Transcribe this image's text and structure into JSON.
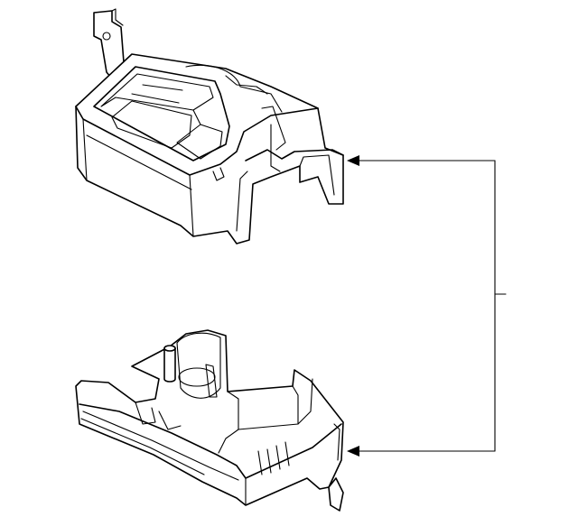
{
  "diagram": {
    "parts": [
      {
        "id": "upper-housing",
        "icon": "blower-upper-case-drawing"
      },
      {
        "id": "lower-housing",
        "icon": "blower-lower-case-drawing"
      }
    ],
    "callout": {
      "style": "bracket-leader-with-two-arrows",
      "label": ""
    },
    "colors": {
      "line": "#000000",
      "background": "#ffffff"
    }
  }
}
